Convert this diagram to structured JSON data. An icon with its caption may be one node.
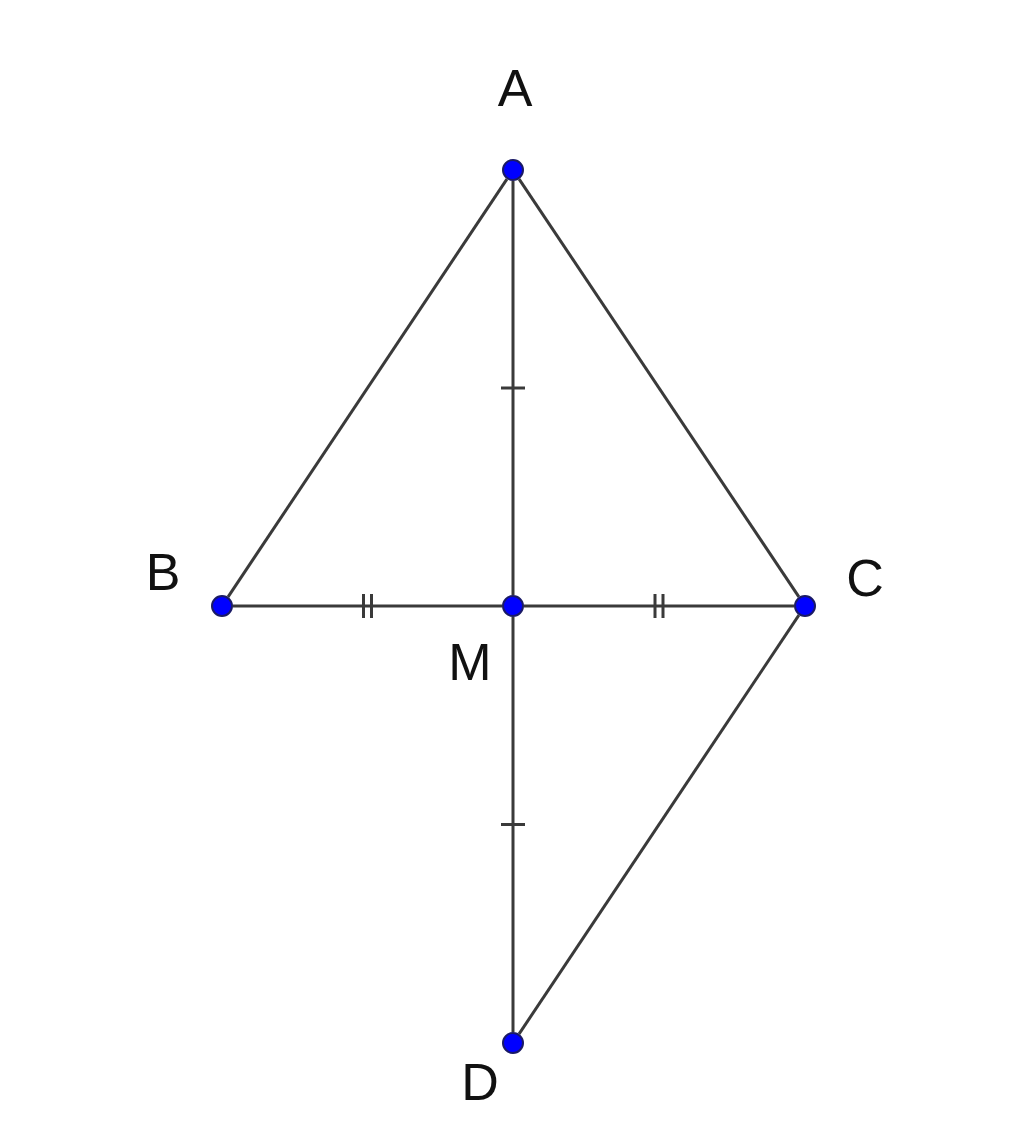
{
  "diagram": {
    "nodes": [
      {
        "text": [],
        "shape": "circle",
        "beside": [
          "A"
        ]
      },
      {
        "text": [],
        "shape": "circle",
        "beside": [
          "B"
        ]
      },
      {
        "text": [],
        "shape": "circle",
        "beside": [
          "M"
        ]
      },
      {
        "text": [],
        "shape": "circle",
        "beside": [
          "C"
        ]
      },
      {
        "text": [],
        "shape": "circle",
        "beside": [
          "D"
        ]
      }
    ],
    "edges": [
      {
        "from": 0,
        "to": 1,
        "arrow": "none"
      },
      {
        "from": 0,
        "to": 3,
        "arrow": "none"
      },
      {
        "from": 0,
        "to": 2,
        "arrow": "none"
      },
      {
        "from": 1,
        "to": 2,
        "arrow": "none"
      },
      {
        "from": 2,
        "to": 3,
        "arrow": "none"
      },
      {
        "from": 2,
        "to": 4,
        "arrow": "none"
      },
      {
        "from": 3,
        "to": 4,
        "arrow": "none"
      }
    ]
  }
}
